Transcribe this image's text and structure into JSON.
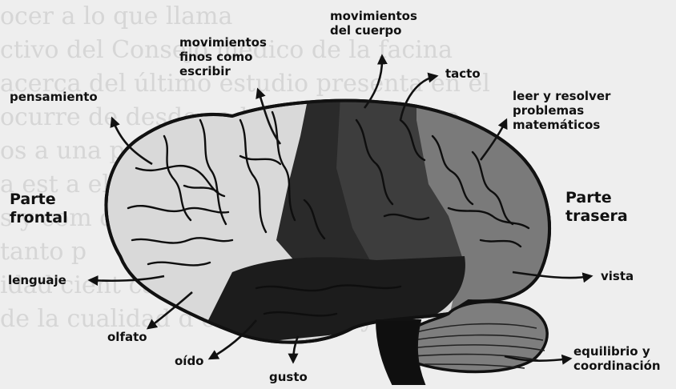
{
  "background_text_lines": [
    "ocer a lo que llama",
    "ctivo del Consejo médico de la facina",
    "acerca del último estudio presenta en el",
    "ocurre de desde cada situaciones que",
    "os a una per                          por para",
    "a est                                      a el",
    "s y com                                   de las",
    "tanto p",
    "idad cient                    car de cualquie",
    "de la cualidad d    escubri   nota y la cre"
  ],
  "labels": {
    "pensamiento": "pensamiento",
    "movimientos_finos": [
      "movimientos",
      "finos como",
      "escribir"
    ],
    "movimientos_cuerpo": [
      "movimientos",
      "del cuerpo"
    ],
    "tacto": "tacto",
    "leer": [
      "leer y resolver",
      "problemas",
      "matemáticos"
    ],
    "parte_frontal": [
      "Parte",
      "frontal"
    ],
    "parte_trasera": [
      "Parte",
      "trasera"
    ],
    "lenguaje": "lenguaje",
    "olfato": "olfato",
    "oido": "oído",
    "gusto": "gusto",
    "vista": "vista",
    "equilibrio": [
      "equilibrio y",
      "coordinación"
    ]
  },
  "colors": {
    "frontal_lobe": "#d9d9d9",
    "motor_strip": "#2a2a2a",
    "parietal_lobe": "#3d3d3d",
    "occipital_lobe": "#7a7a7a",
    "temporal_lobe": "#1c1c1c",
    "cerebellum": "#7e7e7e",
    "outline": "#111111"
  }
}
